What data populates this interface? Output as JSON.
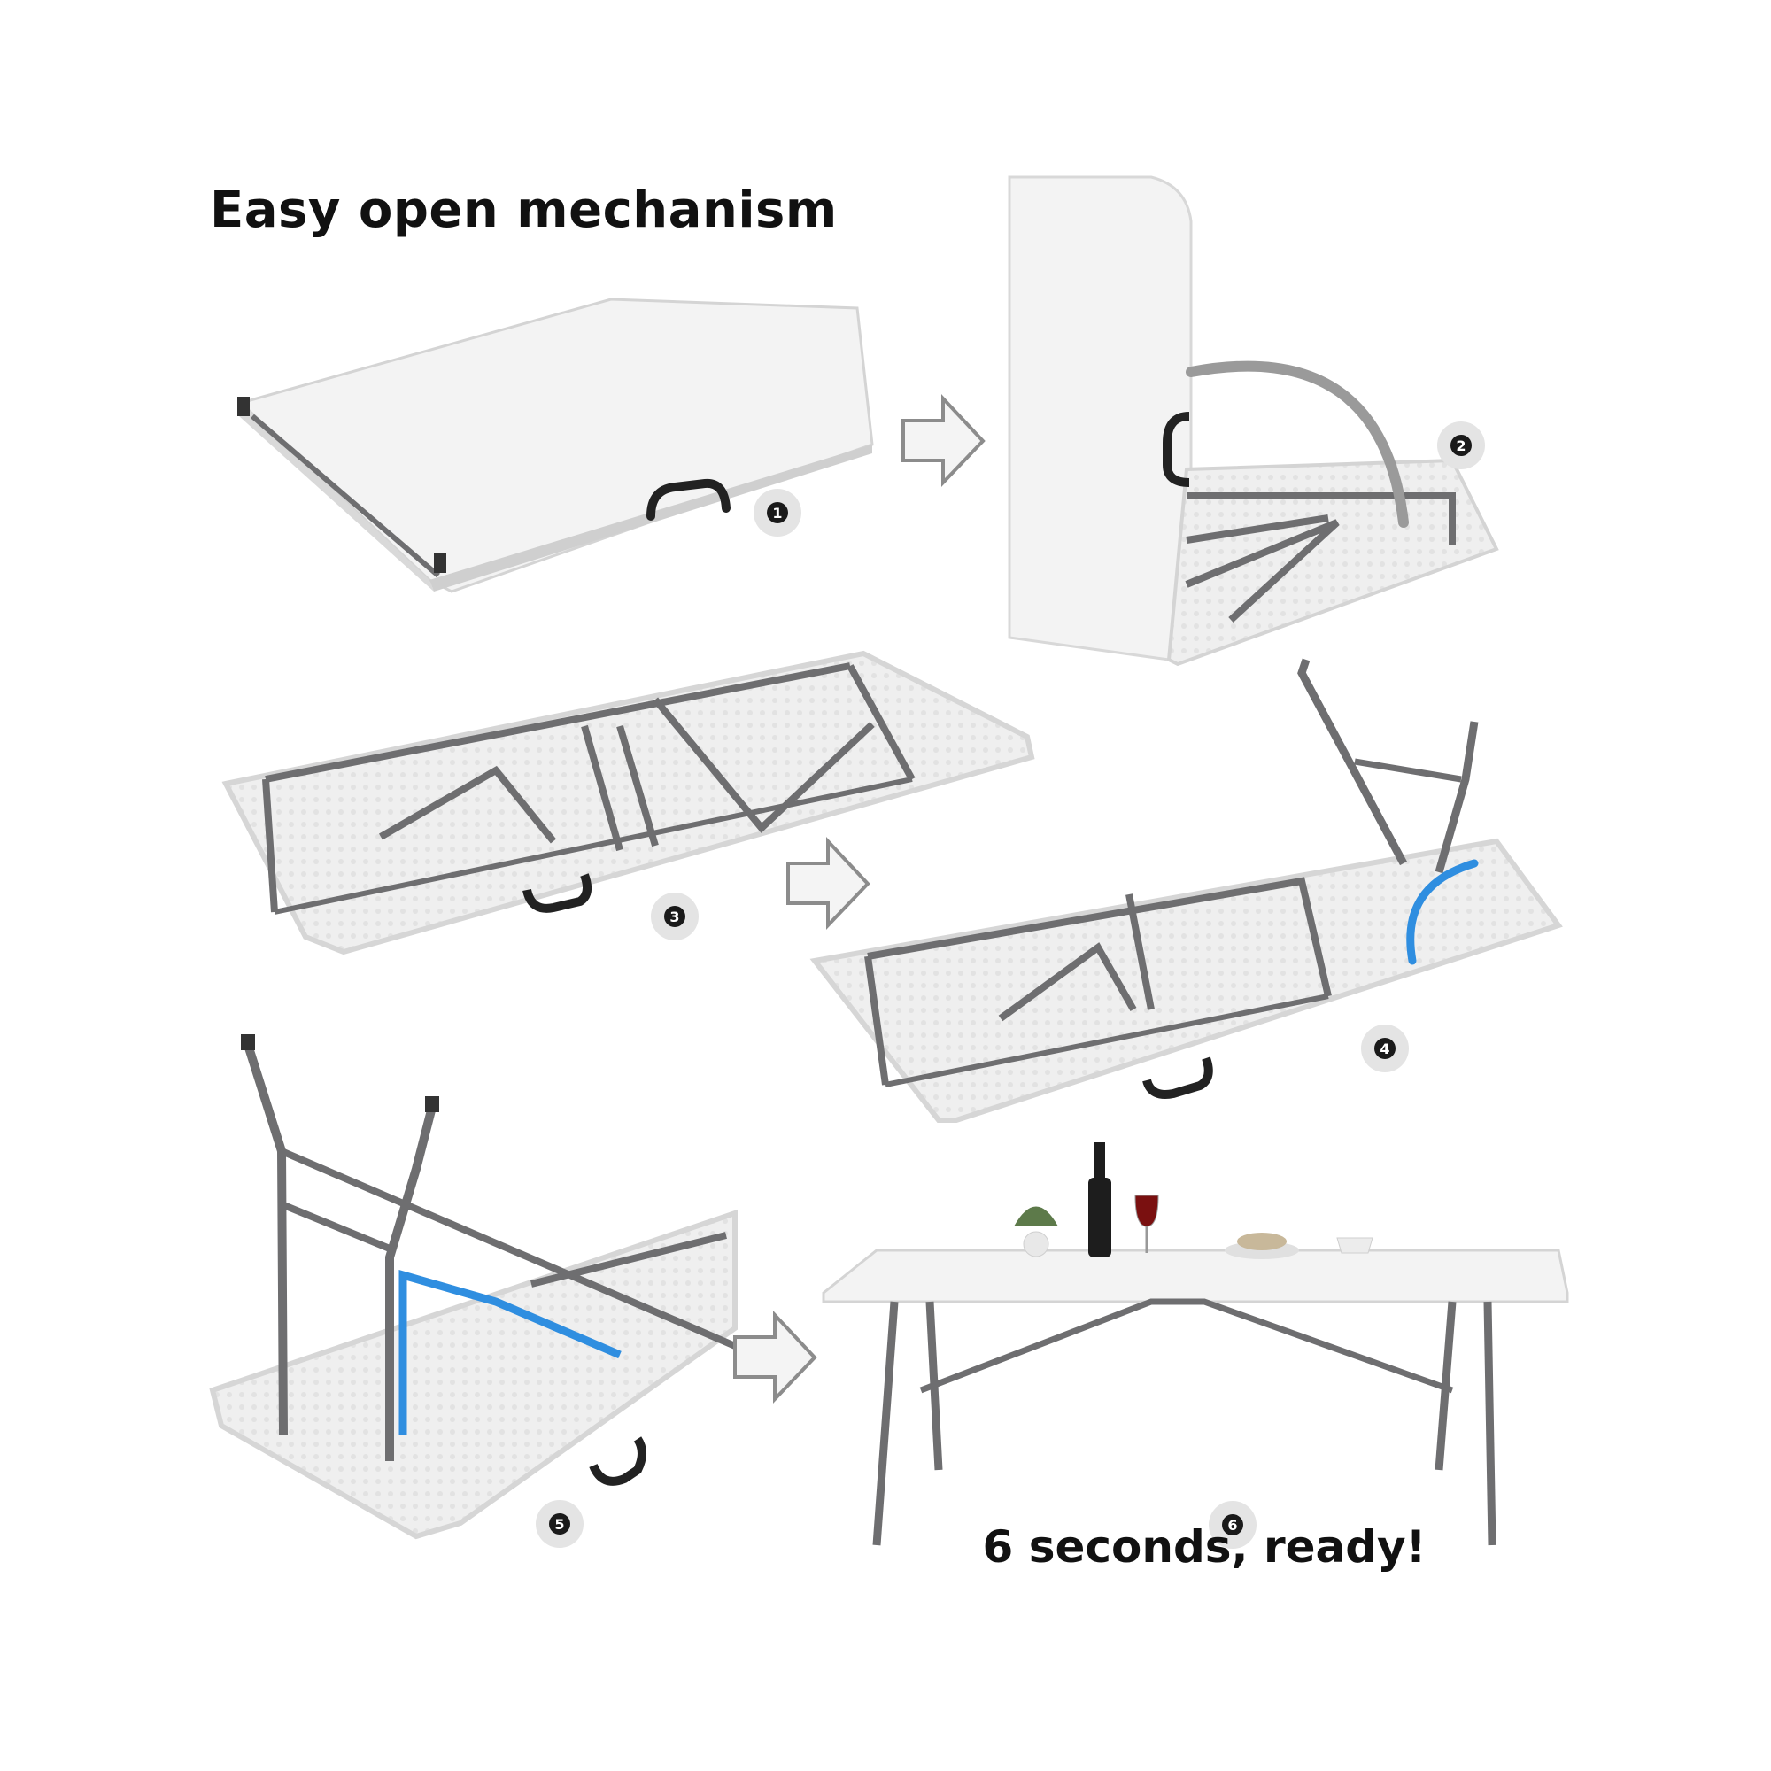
{
  "title": "Easy open mechanism",
  "caption": "6 seconds, ready!",
  "steps": [
    "1",
    "2",
    "3",
    "4",
    "5",
    "6"
  ],
  "colors": {
    "tabletop": "#f2f2f2",
    "table_edge": "#d9d9d9",
    "frame": "#6e6e70",
    "handle": "#222222",
    "motion_arc_gray": "#9a9a9a",
    "motion_arc_blue": "#2f8ee0",
    "arrow_fill": "#f4f4f4",
    "arrow_stroke": "#8c8c8c"
  }
}
